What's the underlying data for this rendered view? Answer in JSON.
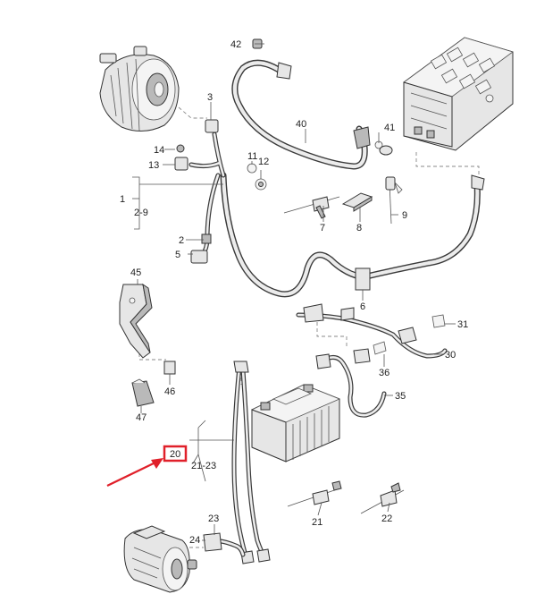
{
  "diagram": {
    "labels": {
      "p1": "1",
      "p2_9": "2-9",
      "p2": "2",
      "p3": "3",
      "p5": "5",
      "p6": "6",
      "p7": "7",
      "p8": "8",
      "p9": "9",
      "p11": "11",
      "p12": "12",
      "p13": "13",
      "p14": "14",
      "p20": "20",
      "p21_23": "21-23",
      "p21": "21",
      "p22": "22",
      "p23": "23",
      "p24": "24",
      "p30": "30",
      "p31": "31",
      "p35": "35",
      "p36": "36",
      "p40": "40",
      "p41": "41",
      "p42": "42",
      "p45": "45",
      "p46": "46",
      "p47": "47"
    },
    "highlight_color": "#e0202a",
    "highlighted_part": "20"
  }
}
